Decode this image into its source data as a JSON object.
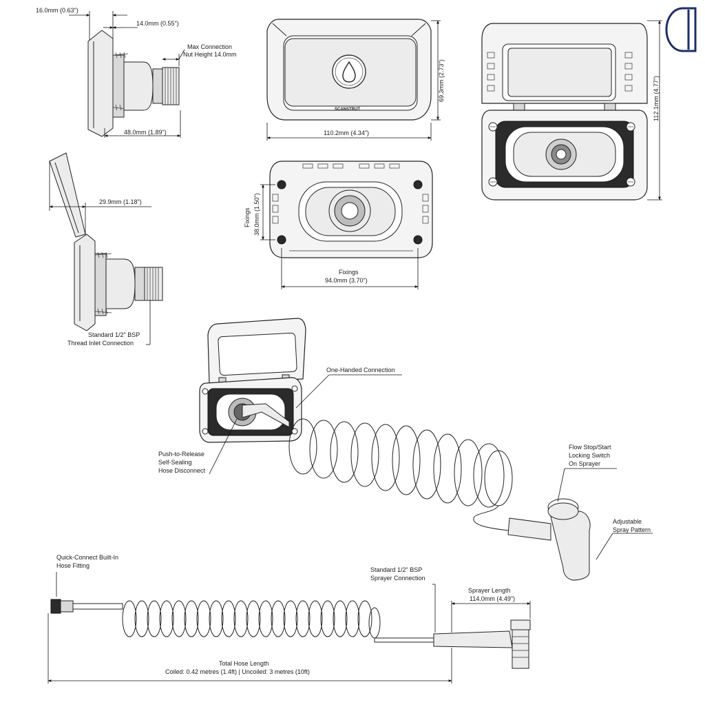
{
  "dimensions": {
    "side_total_width": "16.0mm (0.63\")",
    "side_flange": "14.0mm (0.55\")",
    "max_connection_line1": "Max Connection",
    "max_connection_line2": "Nut Height 14.0mm",
    "side_depth": "48.0mm (1.89\")",
    "front_height": "69.3mm (2.73\")",
    "front_width": "110.2mm (4.34\")",
    "open_height": "112.1mm (4.77\")",
    "open_depth": "29.9mm (1.18\")",
    "fixings_v_word": "Fixings",
    "fixings_v_value": "38.0mm (1.50\")",
    "fixings_h_word": "Fixings",
    "fixings_h_value": "94.0mm (3.70\")"
  },
  "callouts": {
    "bsp_inlet_line1": "Standard 1/2\" BSP",
    "bsp_inlet_line2": "Thread Inlet Connection",
    "one_handed": "One-Handed Connection",
    "push_release_line1": "Push-to-Release",
    "push_release_line2": "Self-Sealing",
    "push_release_line3": "Hose Disconnect",
    "flow_stop_line1": "Flow Stop/Start",
    "flow_stop_line2": "Locking Switch",
    "flow_stop_line3": "On Sprayer",
    "adjustable_line1": "Adjustable",
    "adjustable_line2": "Spray Pattern",
    "quick_connect_line1": "Quick-Connect Built-In",
    "quick_connect_line2": "Hose Fitting",
    "bsp_sprayer_line1": "Standard 1/2\" BSP",
    "bsp_sprayer_line2": "Sprayer Connection",
    "sprayer_length_line1": "Sprayer Length",
    "sprayer_length_line2": "114.0mm (4.49\")",
    "total_hose_line1": "Total Hose Length",
    "total_hose_line2": "Coiled: 0.42 metres (1.4ft)   |   Uncoiled: 3 metres (10ft)"
  },
  "brand_text": "SCANSTRUT",
  "colors": {
    "brand_logo": "#1c2d6b",
    "line": "#222222"
  },
  "icons": {
    "water_drop": "water-drop-icon",
    "brand_logo": "brand-logo-icon"
  }
}
